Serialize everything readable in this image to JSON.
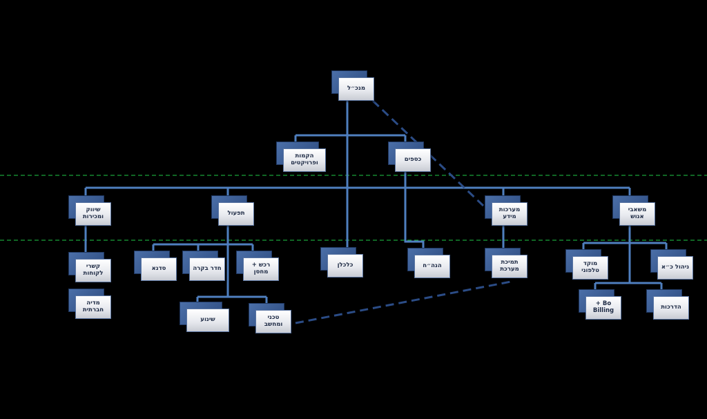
{
  "colors": {
    "background": "#000000",
    "connector": "#4f7fbf",
    "dashed_link": "#2b4c86",
    "band_line": "#1aa33a",
    "box_front": "#eef0f4",
    "box_back": "#3b5c93"
  },
  "nodes": {
    "ceo": "מנכ״ל",
    "setup": "הקמות\nופרויקטים",
    "finance": "כספים",
    "marketing": "שיווק\nומכירות",
    "operations": "תפעול",
    "is": "מערכות\nמידע",
    "hr": "משאבי\nאנוש",
    "customer_relations": "קשרי\nלקוחות",
    "corporate_media": "מדיה\nחברתית",
    "workshop": "סדנא",
    "control_room": "חדר בקרה",
    "purchase_warehouse": "רכש +\nמחסן",
    "shipping": "שינוע",
    "computer_tech": "טכני\nומחשב",
    "economist": "כלכלן",
    "bookkeeping": "הנה״ח",
    "system_support": "תמיכת\nמערכת",
    "phone_center": "מוקד\nטלפוני",
    "hr_management": "ניהול כ״א",
    "bo_billing": "Bo +\nBilling",
    "training": "הדרכות"
  }
}
